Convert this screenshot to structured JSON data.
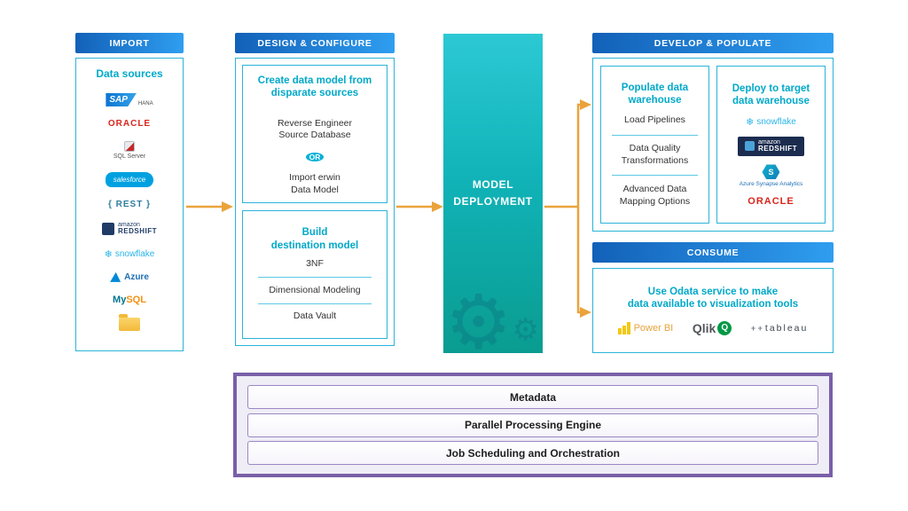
{
  "colors": {
    "header_gradient_start": "#1261b8",
    "header_gradient_end": "#2f9ef0",
    "panel_border": "#2ab4d8",
    "title_teal": "#00a9c9",
    "arrow": "#eaa33c",
    "deployment_gradient_top": "#2cc9d4",
    "deployment_gradient_bottom": "#0a9c90",
    "platform_border": "#7a5fa8"
  },
  "import": {
    "header": "IMPORT",
    "title": "Data sources",
    "logos": {
      "sap": "SAP",
      "sap_sub": "HANA",
      "oracle": "ORACLE",
      "sqlserver": "SQL Server",
      "salesforce": "salesforce",
      "rest": "{ REST }",
      "redshift_top": "amazon",
      "redshift_bottom": "REDSHIFT",
      "snowflake_glyph": "❄",
      "snowflake": "snowflake",
      "azure": "Azure",
      "mysql_my": "My",
      "mysql_sql": "SQL"
    }
  },
  "design": {
    "header": "DESIGN & CONFIGURE",
    "model_box": {
      "title": "Create data model from\ndisparate sources",
      "item_reverse": "Reverse Engineer\nSource Database",
      "or_badge": "OR",
      "item_import": "Import erwin\nData Model"
    },
    "destination_box": {
      "title": "Build\ndestination model",
      "items": [
        "3NF",
        "Dimensional Modeling",
        "Data Vault"
      ]
    }
  },
  "deployment": {
    "label": "MODEL\nDEPLOYMENT",
    "gear_glyph": "⚙"
  },
  "develop": {
    "header": "DEVELOP & POPULATE",
    "populate_box": {
      "title": "Populate data\nwarehouse",
      "items": [
        "Load Pipelines",
        "Data Quality\nTransformations",
        "Advanced Data\nMapping Options"
      ]
    },
    "deploy_box": {
      "title": "Deploy to target\ndata warehouse",
      "snowflake_glyph": "❄",
      "snowflake": "snowflake",
      "redshift_top": "amazon",
      "redshift_bottom": "REDSHIFT",
      "synapse_initial": "S",
      "synapse": "Azure Synapse Analytics",
      "oracle": "ORACLE"
    }
  },
  "consume": {
    "header": "CONSUME",
    "title": "Use Odata service to make\ndata available to visualization tools",
    "logos": {
      "powerbi": "Power BI",
      "qlik": "Qlik",
      "qlik_q": "Q",
      "tableau_marks": "+ +",
      "tableau": "tableau"
    }
  },
  "platform": {
    "rows": [
      "Metadata",
      "Parallel Processing Engine",
      "Job Scheduling and Orchestration"
    ]
  }
}
